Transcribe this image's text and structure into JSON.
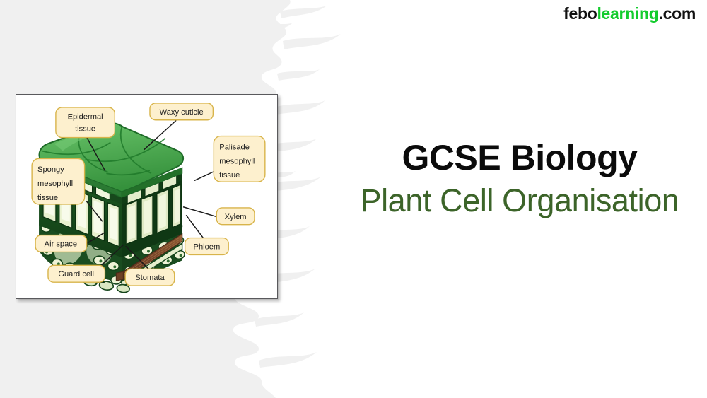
{
  "logo": {
    "part_dark_1": "febo",
    "part_green": "learning",
    "part_dark_2": ".com",
    "color_dark": "#111111",
    "color_green": "#14cc2e"
  },
  "title": {
    "main": "GCSE Biology",
    "sub": "Plant Cell Organisation",
    "main_color": "#0b0b0b",
    "sub_color": "#3c6429"
  },
  "background": {
    "panel_color": "#f0f0f0",
    "page_color": "#ffffff"
  },
  "diagram": {
    "name": "leaf-cross-section",
    "frame_border_color": "#59595c",
    "palette": {
      "cuticle_green": "#44a84a",
      "cuticle_green_light": "#5cbf60",
      "cell_wall_dark": "#14441a",
      "cell_fill_pale": "#f2f6d8",
      "cell_fill_mid": "#dfe9c4",
      "spongy_fill": "#b9cfa8",
      "xylem_brown": "#7c4a29",
      "chloroplast": "#2f6b2f"
    },
    "labels": [
      {
        "id": "epidermal-tissue",
        "text_lines": [
          "Epidermal",
          "tissue"
        ]
      },
      {
        "id": "waxy-cuticle",
        "text_lines": [
          "Waxy cuticle"
        ]
      },
      {
        "id": "palisade-mesophyll-tissue",
        "text_lines": [
          "Palisade",
          "mesophyll",
          "tissue"
        ]
      },
      {
        "id": "spongy-mesophyll-tissue",
        "text_lines": [
          "Spongy",
          "mesophyll",
          "tissue"
        ]
      },
      {
        "id": "air-space",
        "text_lines": [
          "Air space"
        ]
      },
      {
        "id": "guard-cell",
        "text_lines": [
          "Guard cell"
        ]
      },
      {
        "id": "stomata",
        "text_lines": [
          "Stomata"
        ]
      },
      {
        "id": "xylem",
        "text_lines": [
          "Xylem"
        ]
      },
      {
        "id": "phloem",
        "text_lines": [
          "Phloem"
        ]
      }
    ],
    "label_box": {
      "fill": "#fdf0ce",
      "stroke": "#d8b44a"
    }
  }
}
